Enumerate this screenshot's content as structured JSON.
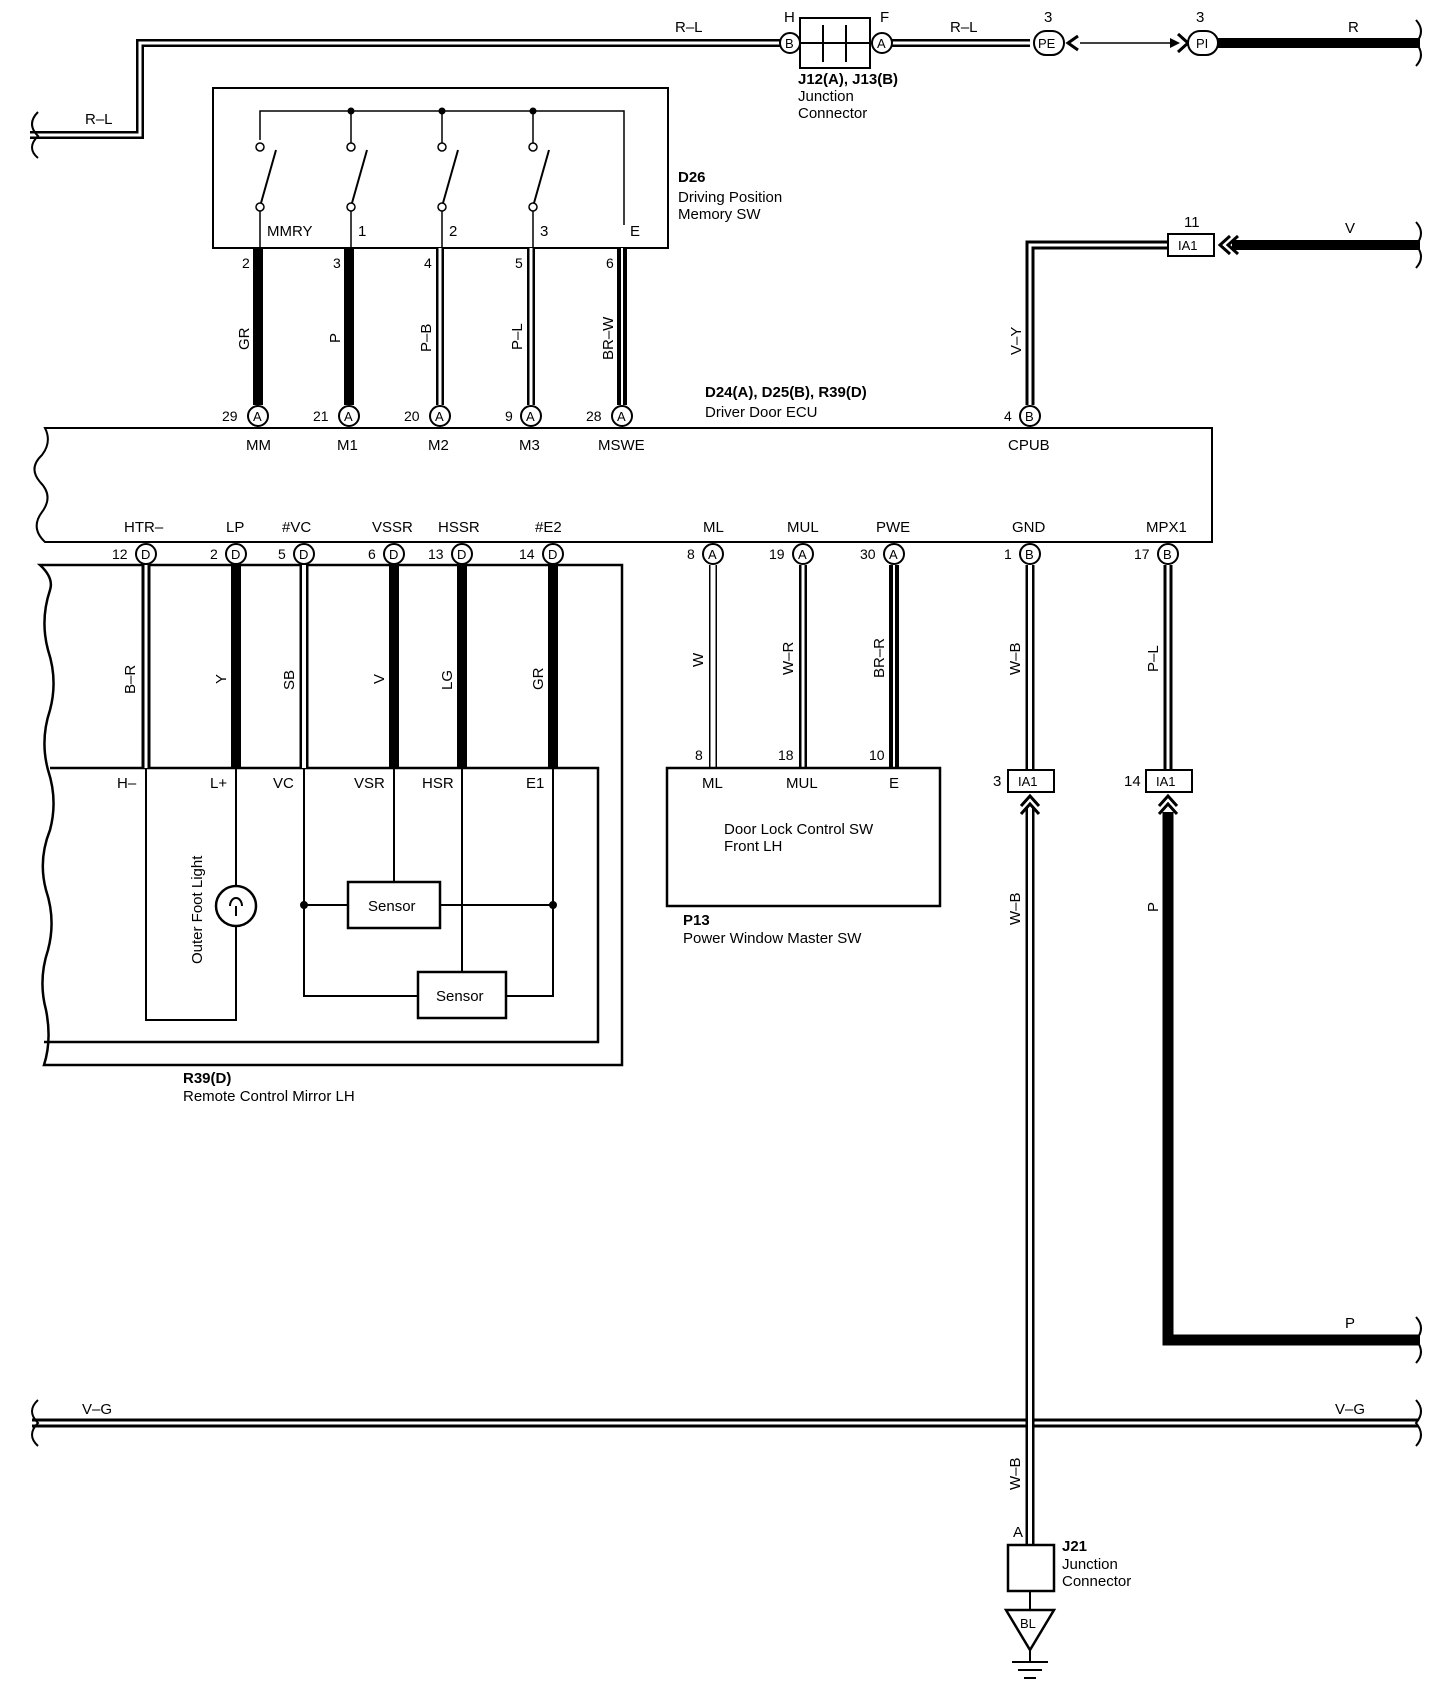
{
  "components": {
    "j12": {
      "id": "J12(A), J13(B)",
      "line1": "Junction",
      "line2": "Connector",
      "pin_left": "H",
      "pin_right": "F",
      "conn_left": "B",
      "conn_right": "A"
    },
    "pe": {
      "pin": "3",
      "name": "PE"
    },
    "pi": {
      "pin": "3",
      "name": "PI"
    },
    "d26": {
      "id": "D26",
      "line1": "Driving Position",
      "line2": "Memory SW",
      "terms": [
        "MMRY",
        "1",
        "2",
        "3",
        "E"
      ],
      "pins": [
        "2",
        "3",
        "4",
        "5",
        "6"
      ]
    },
    "ecu": {
      "id": "D24(A), D25(B), R39(D)",
      "name": "Driver Door ECU",
      "top_terms": [
        "MM",
        "M1",
        "M2",
        "M3",
        "MSWE",
        "CPUB"
      ],
      "top_pins": [
        "29",
        "21",
        "20",
        "9",
        "28",
        "4"
      ],
      "top_conn": [
        "A",
        "A",
        "A",
        "A",
        "A",
        "B"
      ],
      "bot_terms": [
        "HTR–",
        "LP",
        "#VC",
        "VSSR",
        "HSSR",
        "#E2",
        "ML",
        "MUL",
        "PWE",
        "GND",
        "MPX1"
      ],
      "bot_pins": [
        "12",
        "2",
        "5",
        "6",
        "13",
        "14",
        "8",
        "19",
        "30",
        "1",
        "17"
      ],
      "bot_conn": [
        "D",
        "D",
        "D",
        "D",
        "D",
        "D",
        "A",
        "A",
        "A",
        "B",
        "B"
      ]
    },
    "ia1_top": {
      "pin": "11",
      "name": "IA1"
    },
    "ia1_gnd": {
      "pin": "3",
      "name": "IA1"
    },
    "ia1_mpx": {
      "pin": "14",
      "name": "IA1"
    },
    "mirror": {
      "id": "R39(D)",
      "name": "Remote Control Mirror LH",
      "terms": [
        "H–",
        "L+",
        "VC",
        "VSR",
        "HSR",
        "E1"
      ],
      "light": "Outer Foot Light",
      "sensor1": "Sensor",
      "sensor2": "Sensor"
    },
    "p13": {
      "id": "P13",
      "name": "Power Window Master SW",
      "inner1": "Door Lock Control SW",
      "inner2": "Front LH",
      "terms": [
        "ML",
        "MUL",
        "E"
      ],
      "pins": [
        "8",
        "18",
        "10"
      ]
    },
    "j21": {
      "id": "J21",
      "line1": "Junction",
      "line2": "Connector",
      "pin": "A"
    },
    "bl": "BL"
  },
  "wires": {
    "rl_left": "R–L",
    "rl_top": "R–L",
    "rl_mid": "R–L",
    "r": "R",
    "v": "V",
    "vy": "V–Y",
    "p": "P",
    "vg_left": "V–G",
    "vg_right": "V–G",
    "d26_wires": [
      "GR",
      "P",
      "P–B",
      "P–L",
      "BR–W"
    ],
    "mirror_wires": [
      "B–R",
      "Y",
      "SB",
      "V",
      "LG",
      "GR"
    ],
    "p13_wires": [
      "W",
      "W–R",
      "BR–R"
    ],
    "gnd_wire": "W–B",
    "gnd_wire2": "W–B",
    "gnd_wire3": "W–B",
    "mpx_wire": "P–L",
    "mpx_wire2": "P"
  }
}
